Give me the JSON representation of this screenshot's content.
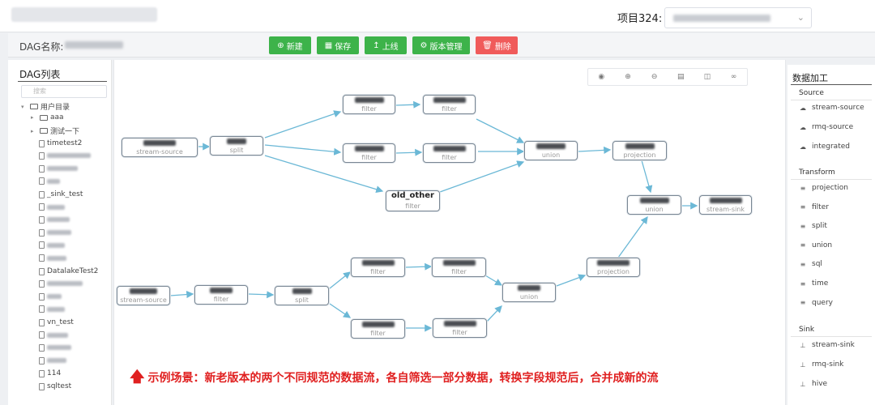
{
  "header": {
    "project_label": "项目324:"
  },
  "toolbar_buttons": {
    "new": "新建",
    "save": "保存",
    "online": "上线",
    "version": "版本管理",
    "delete": "删除"
  },
  "dag_name_label": "DAG名称:",
  "left_panel": {
    "title": "DAG列表",
    "search_placeholder": "搜索",
    "root": "用户目录",
    "folders": [
      "aaa",
      "测试一下"
    ],
    "files": [
      "timetest2",
      "",
      "",
      "",
      "_sink_test",
      "",
      "",
      "",
      "",
      "",
      "DatalakeTest2",
      "",
      "",
      "",
      "vn_test",
      "",
      "",
      "",
      "114",
      "sqltest"
    ]
  },
  "nodes": {
    "ss1": {
      "type": "stream-source"
    },
    "split1": {
      "type": "split"
    },
    "f1": {
      "type": "filter"
    },
    "f2": {
      "type": "filter"
    },
    "f3": {
      "type": "filter"
    },
    "f4": {
      "type": "filter"
    },
    "oldother": {
      "title": "old_other",
      "type": "filter"
    },
    "union1": {
      "type": "union"
    },
    "proj1": {
      "type": "projection"
    },
    "union3": {
      "type": "union"
    },
    "sink": {
      "type": "stream-sink"
    },
    "ss2": {
      "type": "stream-source"
    },
    "f5": {
      "type": "filter"
    },
    "split2": {
      "type": "split"
    },
    "f6": {
      "type": "filter"
    },
    "f7": {
      "type": "filter"
    },
    "f8": {
      "type": "filter"
    },
    "f9": {
      "type": "filter"
    },
    "union2": {
      "type": "union"
    },
    "proj2": {
      "type": "projection"
    }
  },
  "right_panel": {
    "title": "数据加工",
    "source_label": "Source",
    "source_items": [
      "stream-source",
      "rmq-source",
      "integrated"
    ],
    "transform_label": "Transform",
    "transform_items": [
      "projection",
      "filter",
      "split",
      "union",
      "sql",
      "time",
      "query"
    ],
    "sink_label": "Sink",
    "sink_items": [
      "stream-sink",
      "rmq-sink",
      "hive"
    ]
  },
  "caption": "示例场景：新老版本的两个不同规范的数据流，各自筛选一部分数据，转换字段规范后，合并成新的流",
  "colors": {
    "green": "#3db34a",
    "red": "#f05b5b",
    "edge": "#6bb8d6",
    "caption": "#e02020"
  }
}
